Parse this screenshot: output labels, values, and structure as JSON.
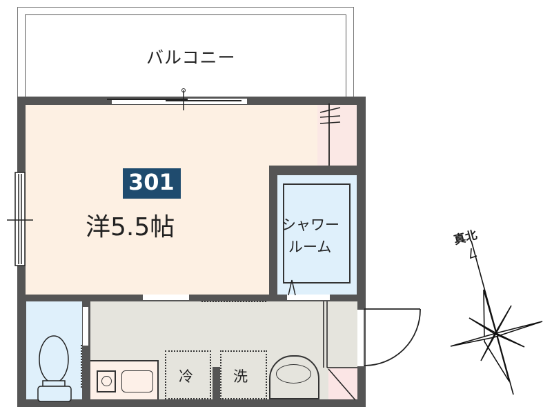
{
  "floorplan": {
    "unit_number": "301",
    "colors": {
      "wall": "#555555",
      "room_western": "#fdf0e3",
      "wet_area": "#dff0fb",
      "kitchen_floor": "#e5e4dd",
      "entrance": "#fbe5e5",
      "unit_badge": "#1f4b6e",
      "kitchen_counter": "#fdf0e8"
    },
    "rooms": {
      "balcony": {
        "label": "バルコニー"
      },
      "western_room": {
        "label": "洋5.5帖",
        "type": "洋",
        "size": "5.5",
        "unit": "帖"
      },
      "shower_room": {
        "label_line1": "シャワー",
        "label_line2": "ルーム"
      },
      "fridge_space": {
        "label": "冷"
      },
      "washer_space": {
        "label": "洗"
      }
    },
    "compass": {
      "label": "真北"
    }
  }
}
